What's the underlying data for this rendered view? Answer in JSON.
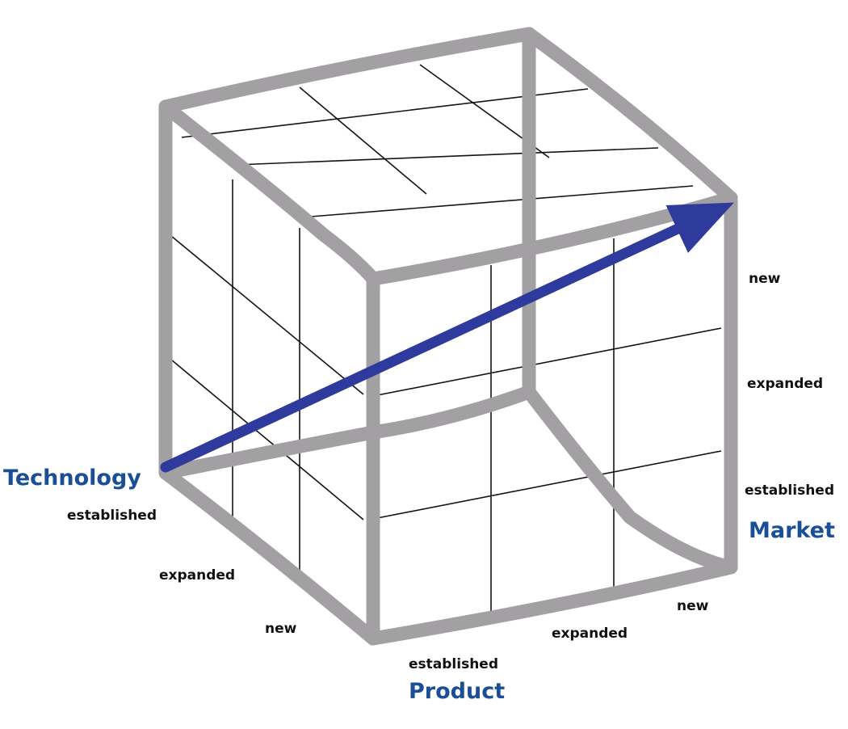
{
  "colors": {
    "frame": "#a2a0a2",
    "grid": "#141414",
    "arrow": "#2e3a9c",
    "axis_title": "#1a4e96",
    "tick_text": "#111111"
  },
  "axes": {
    "technology": {
      "title": "Technology",
      "levels": [
        "established",
        "expanded",
        "new"
      ]
    },
    "market": {
      "title": "Market",
      "levels": [
        "established",
        "expanded",
        "new"
      ]
    },
    "product": {
      "title": "Product",
      "levels": [
        "established",
        "expanded",
        "new"
      ]
    }
  },
  "grid": {
    "divisions_per_axis": 3
  }
}
